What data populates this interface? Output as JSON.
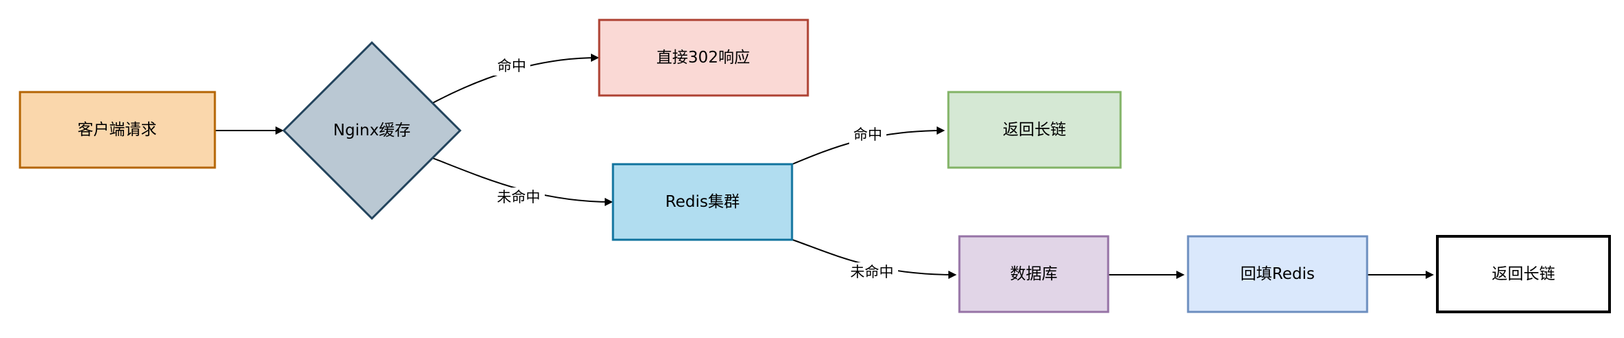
{
  "nodes": {
    "client_request": {
      "label": "客户端请求",
      "fill": "#fad7ac",
      "stroke": "#b46504"
    },
    "nginx_cache": {
      "label": "Nginx缓存",
      "fill": "#bac8d3",
      "stroke": "#23445d"
    },
    "direct_302": {
      "label": "直接302响应",
      "fill": "#fad9d5",
      "stroke": "#ae4132"
    },
    "redis_cluster": {
      "label": "Redis集群",
      "fill": "#b1ddf0",
      "stroke": "#10739e"
    },
    "return_long_link_green": {
      "label": "返回长链",
      "fill": "#d5e8d4",
      "stroke": "#82b366"
    },
    "database": {
      "label": "数据库",
      "fill": "#e1d5e7",
      "stroke": "#9673a6"
    },
    "backfill_redis": {
      "label": "回填Redis",
      "fill": "#dae8fc",
      "stroke": "#6c8ebf"
    },
    "return_long_link_final": {
      "label": "返回长链",
      "fill": "#ffffff",
      "stroke": "#000000"
    }
  },
  "edges": {
    "nginx_hit": {
      "label": "命中"
    },
    "nginx_miss": {
      "label": "未命中"
    },
    "redis_hit": {
      "label": "命中"
    },
    "redis_miss": {
      "label": "未命中"
    }
  }
}
